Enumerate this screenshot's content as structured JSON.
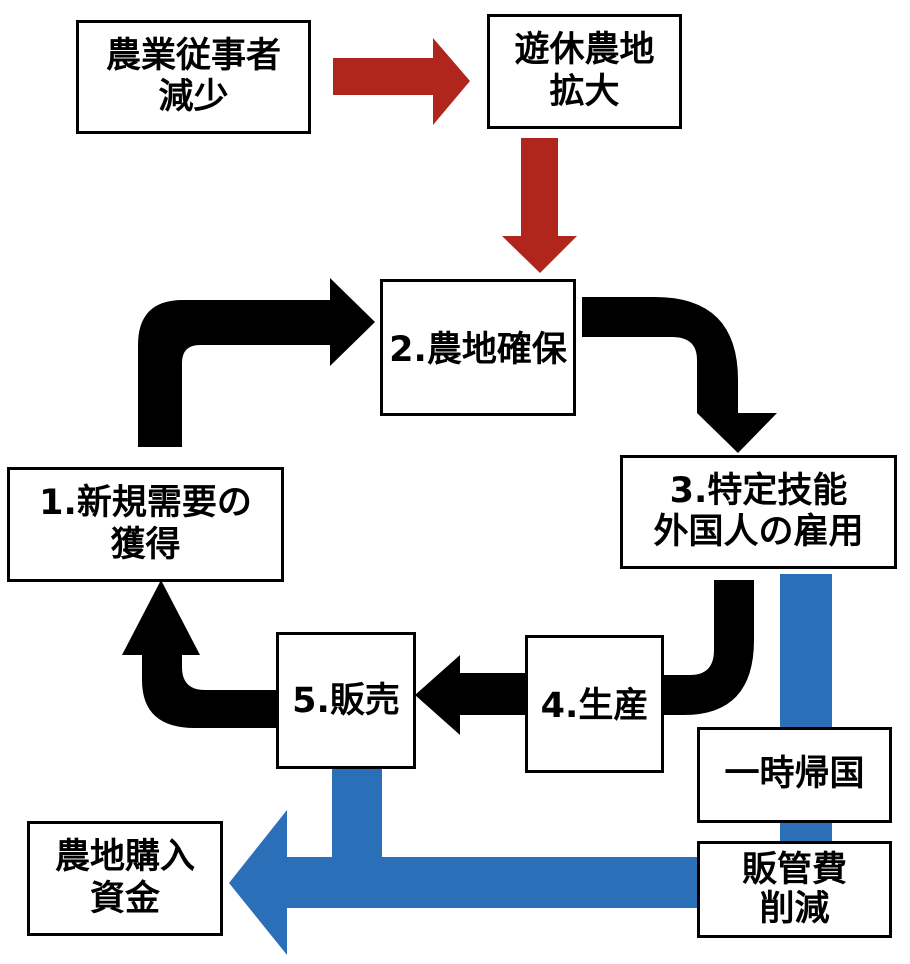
{
  "colors": {
    "cause_arrow": "#b0261c",
    "cycle_arrow": "#000000",
    "cost_arrow": "#2b6fb9",
    "box_border": "#000000"
  },
  "nodes": {
    "farmer_decline": {
      "line1": "農業従事者",
      "line2": "減少"
    },
    "idle_land": {
      "line1": "遊休農地",
      "line2": "拡大"
    },
    "step2": {
      "label": "2.農地確保"
    },
    "step3": {
      "line1": "3.特定技能",
      "line2": "外国人の雇用"
    },
    "step1": {
      "line1": "1.新規需要の",
      "line2": "獲得"
    },
    "step4": {
      "label": "4.生産"
    },
    "step5": {
      "label": "5.販売"
    },
    "temporary_return": {
      "label": "一時帰国"
    },
    "sga_reduction": {
      "line1": "販管費",
      "line2": "削減"
    },
    "land_purchase_funds": {
      "line1": "農地購入",
      "line2": "資金"
    }
  },
  "edges": [
    {
      "from": "農業従事者減少",
      "to": "遊休農地拡大",
      "color": "red"
    },
    {
      "from": "遊休農地拡大",
      "to": "2.農地確保",
      "color": "red"
    },
    {
      "from": "1.新規需要の獲得",
      "to": "2.農地確保",
      "color": "black"
    },
    {
      "from": "2.農地確保",
      "to": "3.特定技能外国人の雇用",
      "color": "black"
    },
    {
      "from": "3.特定技能外国人の雇用",
      "to": "4.生産",
      "color": "black"
    },
    {
      "from": "4.生産",
      "to": "5.販売",
      "color": "black"
    },
    {
      "from": "5.販売",
      "to": "1.新規需要の獲得",
      "color": "black"
    },
    {
      "from": "3.特定技能外国人の雇用",
      "to": "農地購入資金",
      "via": [
        "一時帰国",
        "販管費削減"
      ],
      "color": "blue"
    },
    {
      "from": "5.販売",
      "to": "農地購入資金",
      "color": "blue"
    }
  ]
}
